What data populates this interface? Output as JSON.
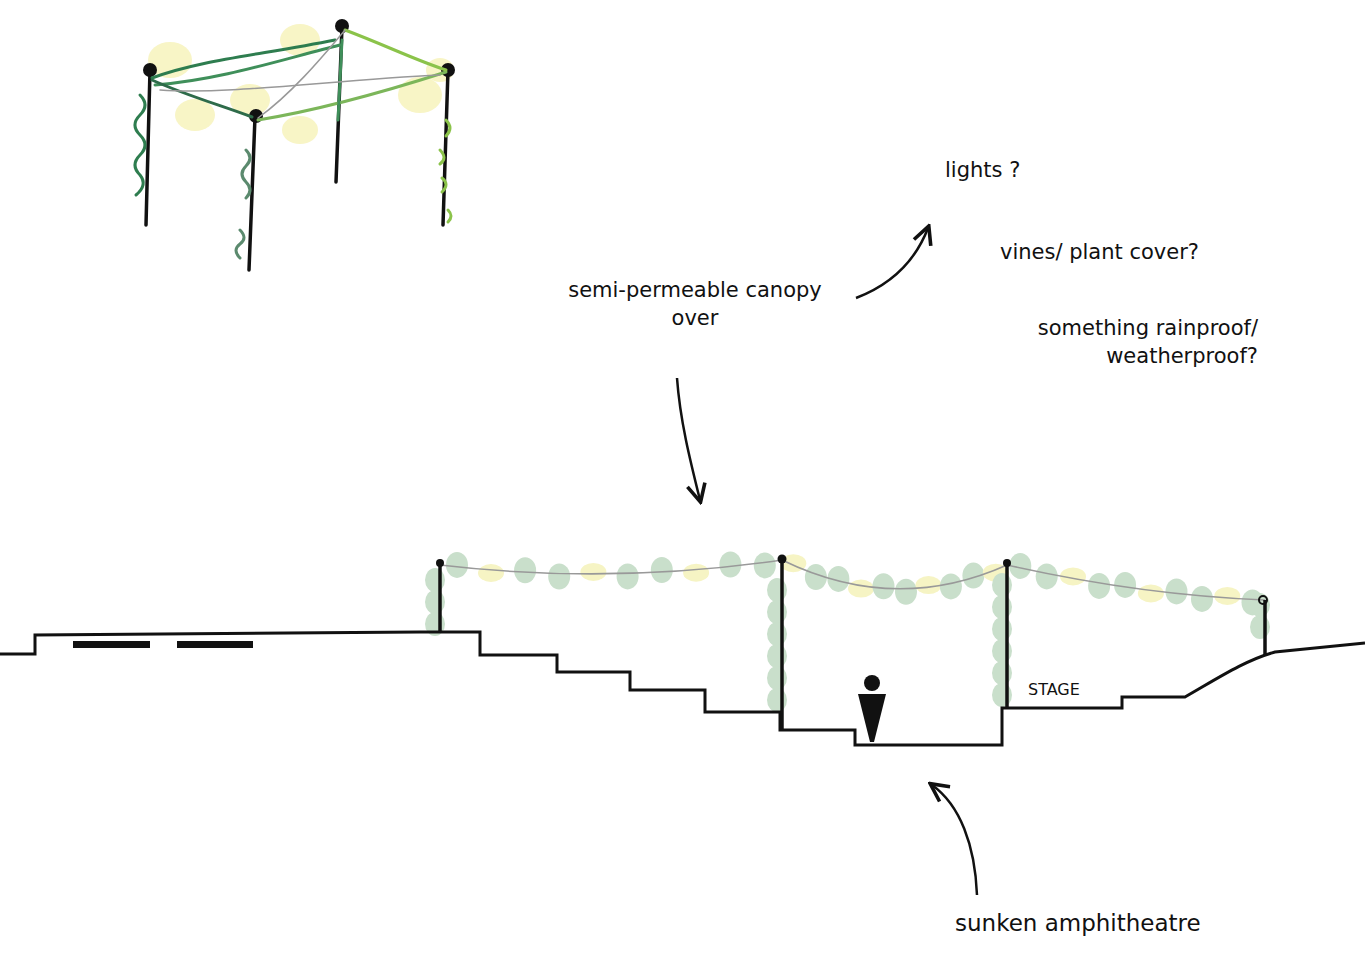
{
  "diagram": {
    "labels": [
      "lights ?",
      "vines/ plant cover?",
      "something rainproof/ weatherproof?",
      "semi-permeable canopy over",
      "STAGE",
      "sunken amphitheatre"
    ]
  }
}
